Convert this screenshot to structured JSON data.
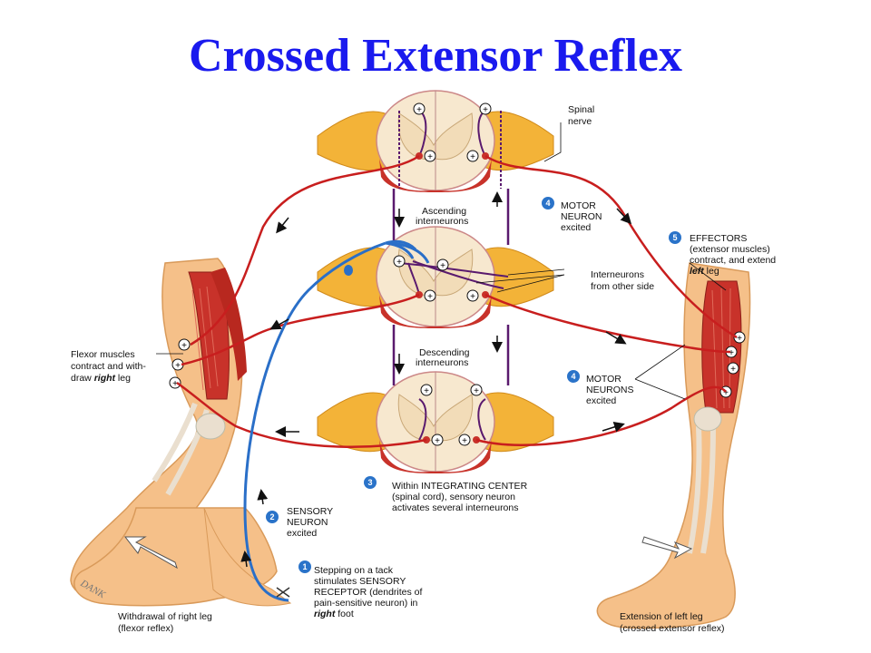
{
  "title": "Crossed Extensor Reflex",
  "colors": {
    "title": "#1a1aee",
    "motor": "#c81e1e",
    "sensory": "#2a6fc8",
    "interneuron": "#5a1a6e",
    "skin": "#f5c089",
    "muscle": "#c8322a",
    "cord_gray": "#f2dcb8",
    "cord_white": "#f7e8cf",
    "nerve": "#f3b338",
    "badge": "#2a73c9"
  },
  "labels": {
    "spinal_nerve": [
      "Spinal",
      "nerve"
    ],
    "ascending": [
      "Ascending",
      "interneurons"
    ],
    "descending": [
      "Descending",
      "interneurons"
    ],
    "interneurons_other": [
      "Interneurons",
      "from other side"
    ],
    "flexor": [
      [
        {
          "t": "Flexor muscles"
        }
      ],
      [
        {
          "t": "contract and with-"
        }
      ],
      [
        {
          "t": "draw "
        },
        {
          "t": "right",
          "b": true
        },
        {
          "t": " leg"
        }
      ]
    ],
    "withdrawal": [
      "Withdrawal of right leg",
      "(flexor reflex)"
    ],
    "extension": [
      "Extension of left leg",
      "(crossed extensor reflex)"
    ],
    "artist_signature": "DANK"
  },
  "steps": [
    {
      "num": "1",
      "lines": [
        [
          {
            "t": "Stepping on a tack"
          }
        ],
        [
          {
            "t": "stimulates SENSORY"
          }
        ],
        [
          {
            "t": "RECEPTOR (dendrites of"
          }
        ],
        [
          {
            "t": "pain-sensitive neuron) in"
          }
        ],
        [
          {
            "t": "right",
            "b": true
          },
          {
            "t": " foot"
          }
        ]
      ]
    },
    {
      "num": "2",
      "lines": [
        [
          {
            "t": "SENSORY"
          }
        ],
        [
          {
            "t": "NEURON"
          }
        ],
        [
          {
            "t": "excited"
          }
        ]
      ]
    },
    {
      "num": "3",
      "lines": [
        [
          {
            "t": "Within INTEGRATING CENTER"
          }
        ],
        [
          {
            "t": "(spinal cord), sensory neuron"
          }
        ],
        [
          {
            "t": "activates several interneurons"
          }
        ]
      ]
    },
    {
      "num": "4",
      "lines": [
        [
          {
            "t": "MOTOR"
          }
        ],
        [
          {
            "t": "NEURON"
          }
        ],
        [
          {
            "t": "excited"
          }
        ]
      ]
    },
    {
      "num": "5",
      "lines": [
        [
          {
            "t": "EFFECTORS"
          }
        ],
        [
          {
            "t": "(extensor muscles)"
          }
        ],
        [
          {
            "t": "contract, and extend"
          }
        ],
        [
          {
            "t": "left",
            "b": true
          },
          {
            "t": " leg"
          }
        ]
      ]
    },
    {
      "num": "4",
      "lines": [
        [
          {
            "t": "MOTOR"
          }
        ],
        [
          {
            "t": "NEURONS"
          }
        ],
        [
          {
            "t": "excited"
          }
        ]
      ]
    }
  ]
}
